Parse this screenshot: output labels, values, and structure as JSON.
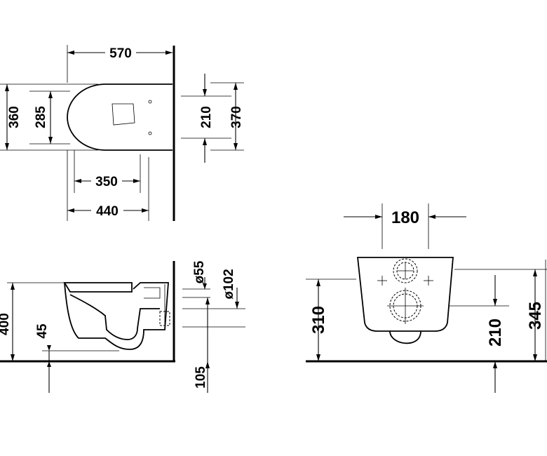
{
  "top_view": {
    "width_overall": "570",
    "depth_360": "360",
    "depth_285": "285",
    "fix_210": "210",
    "fix_370": "370",
    "len_350": "350",
    "len_440": "440"
  },
  "side_view": {
    "height_400": "400",
    "height_45": "45",
    "inlet_dia": "ø55",
    "outlet_dia": "ø102",
    "height_105": "105"
  },
  "front_view": {
    "width_180": "180",
    "height_310": "310",
    "height_210": "210",
    "height_345": "345"
  }
}
